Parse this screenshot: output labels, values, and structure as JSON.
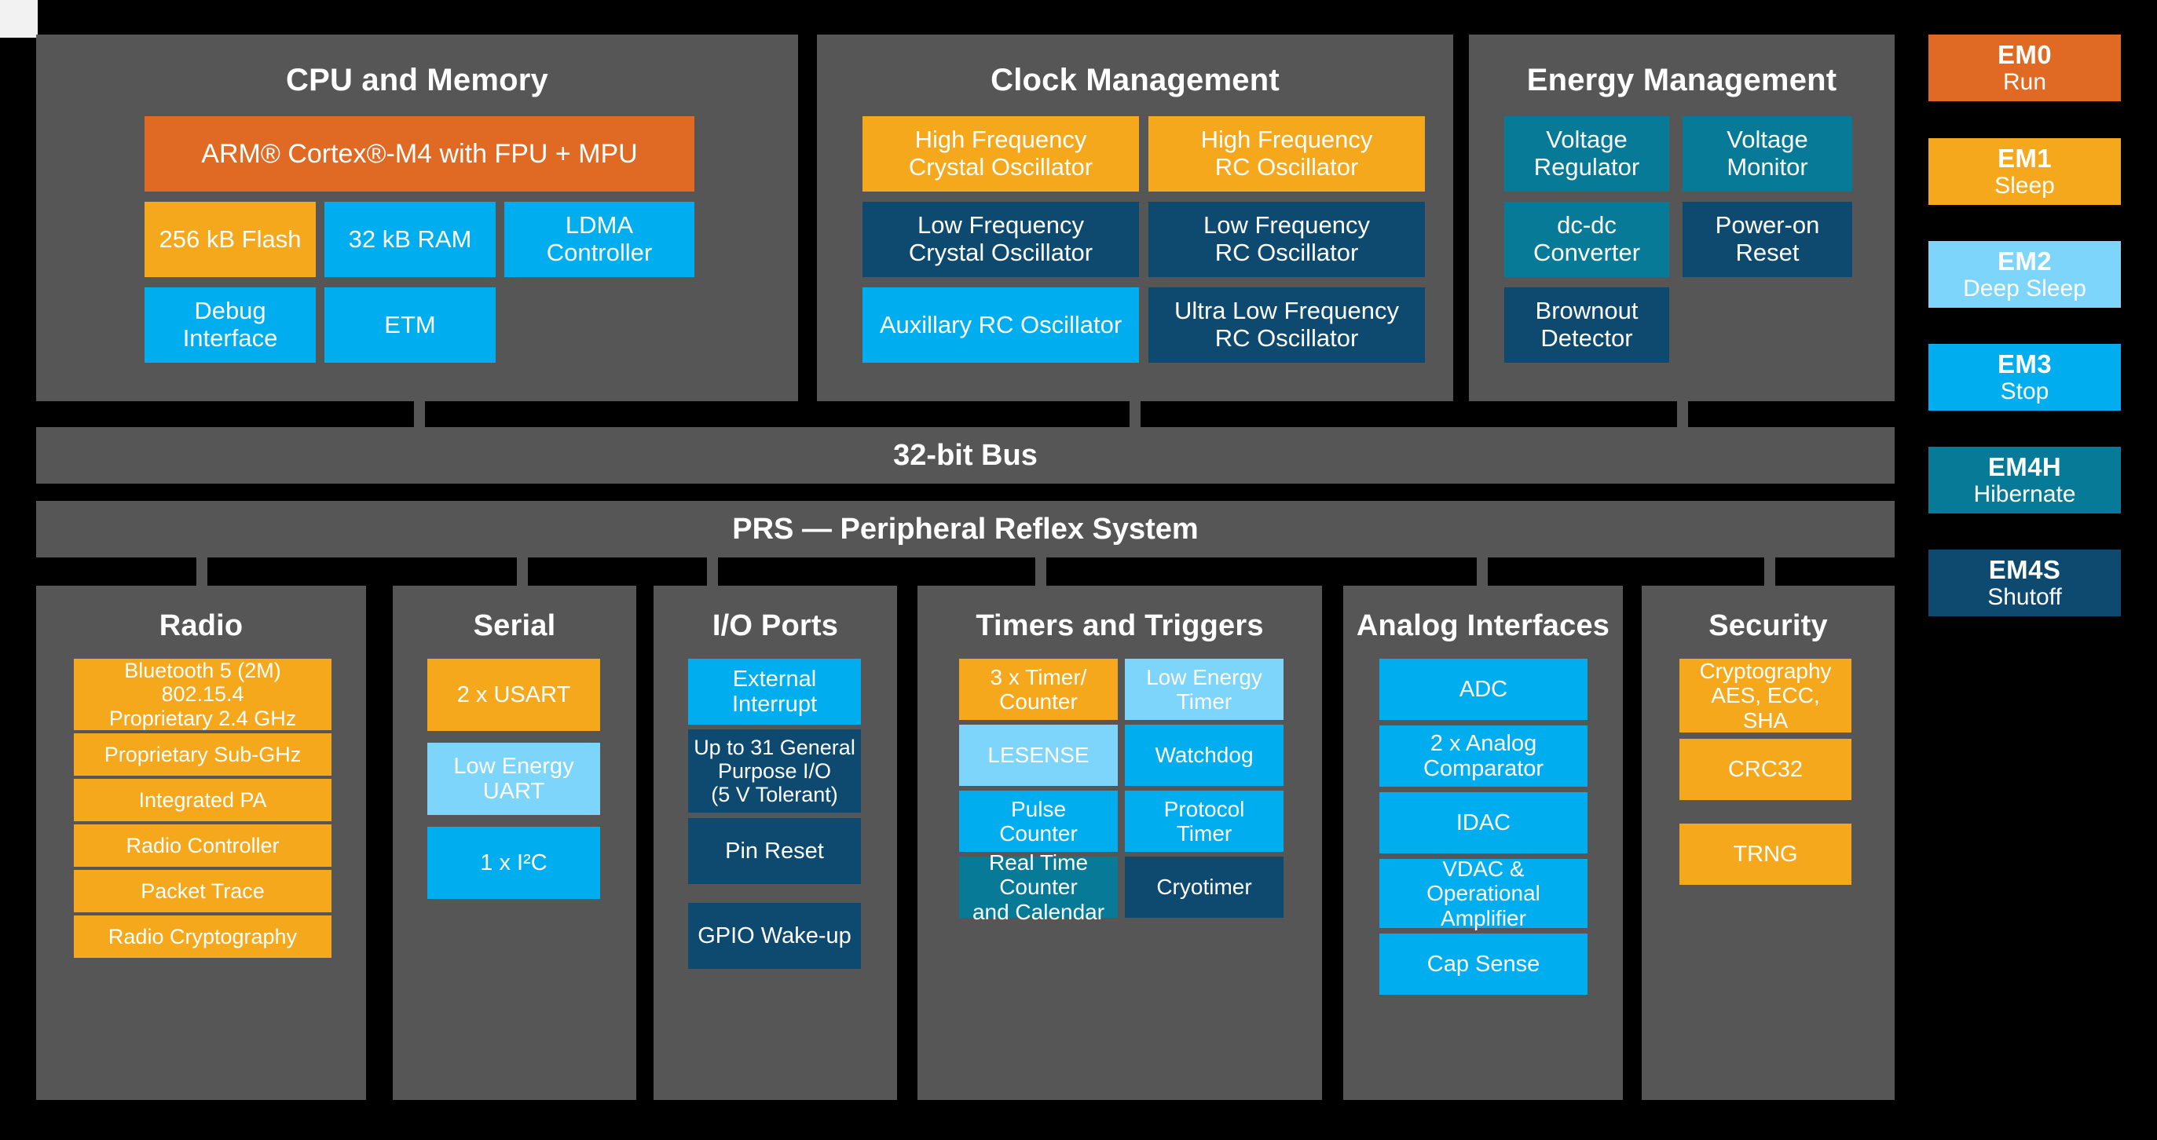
{
  "diagram": {
    "title_bus": "32-bit Bus",
    "title_prs": "PRS — Peripheral Reflex System"
  },
  "colors": {
    "panel_bg": "#565656",
    "page_bg": "#000000",
    "orange": "#e06a23",
    "yellow": "#f5a81c",
    "light_blue": "#7dd5fc",
    "cyan": "#00aeef",
    "teal": "#077a98",
    "navy": "#0e4a70"
  },
  "top_sections": [
    {
      "id": "cpu-and-memory",
      "title": "CPU and Memory",
      "blocks": [
        {
          "label": "ARM® Cortex®-M4 with FPU + MPU",
          "color": "orange"
        },
        {
          "label": "256 kB Flash",
          "color": "yellow"
        },
        {
          "label": "32 kB RAM",
          "color": "cyan"
        },
        {
          "label": "LDMA\nController",
          "color": "cyan"
        },
        {
          "label": "Debug\nInterface",
          "color": "cyan"
        },
        {
          "label": "ETM",
          "color": "cyan"
        }
      ]
    },
    {
      "id": "clock-management",
      "title": "Clock Management",
      "blocks": [
        {
          "label": "High Frequency\nCrystal Oscillator",
          "color": "yellow"
        },
        {
          "label": "High Frequency\nRC Oscillator",
          "color": "yellow"
        },
        {
          "label": "Low Frequency\nCrystal Oscillator",
          "color": "navy"
        },
        {
          "label": "Low Frequency\nRC Oscillator",
          "color": "navy"
        },
        {
          "label": "Auxillary RC Oscillator",
          "color": "cyan"
        },
        {
          "label": "Ultra Low Frequency\nRC Oscillator",
          "color": "navy"
        }
      ]
    },
    {
      "id": "energy-management",
      "title": "Energy Management",
      "blocks": [
        {
          "label": "Voltage\nRegulator",
          "color": "teal"
        },
        {
          "label": "Voltage\nMonitor",
          "color": "teal"
        },
        {
          "label": "dc-dc\nConverter",
          "color": "teal"
        },
        {
          "label": "Power-on\nReset",
          "color": "navy"
        },
        {
          "label": "Brownout\nDetector",
          "color": "navy"
        }
      ]
    }
  ],
  "bottom_sections": [
    {
      "id": "radio",
      "title": "Radio",
      "blocks": [
        {
          "label": "Bluetooth 5 (2M)\n802.15.4\nProprietary 2.4 GHz",
          "color": "yellow"
        },
        {
          "label": "Proprietary Sub-GHz",
          "color": "yellow"
        },
        {
          "label": "Integrated PA",
          "color": "yellow"
        },
        {
          "label": "Radio Controller",
          "color": "yellow"
        },
        {
          "label": "Packet Trace",
          "color": "yellow"
        },
        {
          "label": "Radio Cryptography",
          "color": "yellow"
        }
      ]
    },
    {
      "id": "serial",
      "title": "Serial",
      "blocks": [
        {
          "label": "2 x USART",
          "color": "yellow"
        },
        {
          "label": "Low Energy\nUART",
          "color": "light_blue"
        },
        {
          "label": "1 x I²C",
          "color": "cyan"
        }
      ]
    },
    {
      "id": "io-ports",
      "title": "I/O Ports",
      "blocks": [
        {
          "label": "External\nInterrupt",
          "color": "cyan"
        },
        {
          "label": "Up to 31 General\nPurpose I/O\n(5 V Tolerant)",
          "color": "navy"
        },
        {
          "label": "Pin Reset",
          "color": "navy"
        },
        {
          "label": "GPIO Wake-up",
          "color": "navy"
        }
      ]
    },
    {
      "id": "timers-and-triggers",
      "title": "Timers and Triggers",
      "blocks": [
        {
          "label": "3 x Timer/\nCounter",
          "color": "yellow"
        },
        {
          "label": "Low Energy\nTimer",
          "color": "light_blue"
        },
        {
          "label": "LESENSE",
          "color": "light_blue"
        },
        {
          "label": "Watchdog",
          "color": "cyan"
        },
        {
          "label": "Pulse\nCounter",
          "color": "cyan"
        },
        {
          "label": "Protocol\nTimer",
          "color": "cyan"
        },
        {
          "label": "Real Time\nCounter\nand Calendar",
          "color": "teal"
        },
        {
          "label": "Cryotimer",
          "color": "navy"
        }
      ]
    },
    {
      "id": "analog-interfaces",
      "title": "Analog Interfaces",
      "blocks": [
        {
          "label": "ADC",
          "color": "cyan"
        },
        {
          "label": "2 x Analog\nComparator",
          "color": "cyan"
        },
        {
          "label": "IDAC",
          "color": "cyan"
        },
        {
          "label": "VDAC &\nOperational\nAmplifier",
          "color": "cyan"
        },
        {
          "label": "Cap Sense",
          "color": "cyan"
        }
      ]
    },
    {
      "id": "security",
      "title": "Security",
      "blocks": [
        {
          "label": "Cryptography\nAES, ECC,\nSHA",
          "color": "yellow"
        },
        {
          "label": "CRC32",
          "color": "yellow"
        },
        {
          "label": "TRNG",
          "color": "yellow"
        }
      ]
    }
  ],
  "energy_modes": [
    {
      "code": "EM0",
      "name": "Run",
      "color": "orange"
    },
    {
      "code": "EM1",
      "name": "Sleep",
      "color": "yellow"
    },
    {
      "code": "EM2",
      "name": "Deep Sleep",
      "color": "light_blue"
    },
    {
      "code": "EM3",
      "name": "Stop",
      "color": "cyan"
    },
    {
      "code": "EM4H",
      "name": "Hibernate",
      "color": "teal"
    },
    {
      "code": "EM4S",
      "name": "Shutoff",
      "color": "navy"
    }
  ]
}
